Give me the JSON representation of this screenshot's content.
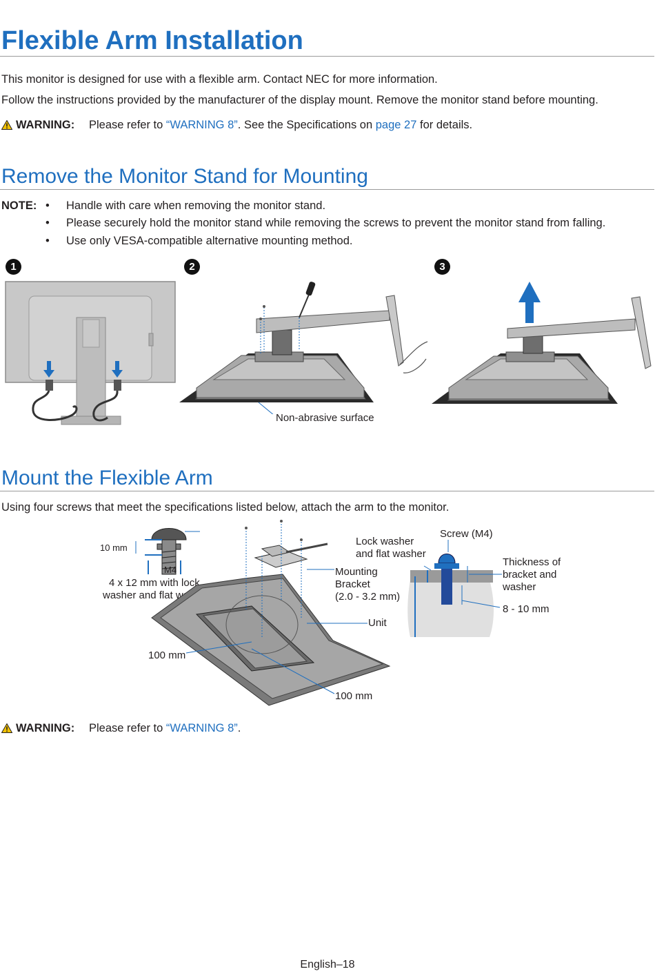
{
  "page": {
    "title": "Flexible Arm Installation",
    "intro_1": "This monitor is designed for use with a flexible arm. Contact NEC for more information.",
    "intro_2": "Follow the instructions provided by the manufacturer of the display mount. Remove the monitor stand before mounting.",
    "footer": "English–18"
  },
  "warning_1": {
    "label": "WARNING:",
    "text_a": "Please refer to ",
    "link_a": "“WARNING 8”",
    "text_b": ". See the Specifications on ",
    "link_b": "page 27",
    "text_c": " for details."
  },
  "section_remove": {
    "heading": "Remove the Monitor Stand for Mounting",
    "note_label": "NOTE:",
    "bullets": [
      "Handle with care when removing the monitor stand.",
      "Please securely hold the monitor stand while removing the screws to prevent the monitor stand from falling.",
      "Use only VESA-compatible alternative mounting method."
    ],
    "steps": [
      "1",
      "2",
      "3"
    ],
    "surface_label": "Non-abrasive surface"
  },
  "section_mount": {
    "heading": "Mount the Flexible Arm",
    "intro": "Using four screws that meet the specifications listed below, attach the arm to the monitor.",
    "labels": {
      "screw_len": "10 mm",
      "m4": "M4",
      "screw_spec_1": "4 x 12 mm with lock",
      "screw_spec_2": "washer and flat washer",
      "hole_x": "100 mm",
      "hole_y": "100 mm",
      "mounting_1": "Mounting",
      "mounting_2": "Bracket",
      "mounting_3": "(2.0 - 3.2 mm)",
      "unit": "Unit",
      "lock_1": "Lock washer",
      "lock_2": "and flat washer",
      "screw_m4": "Screw (M4)",
      "thick_1": "Thickness of",
      "thick_2": "bracket and",
      "thick_3": "washer",
      "depth": "8 - 10 mm"
    }
  },
  "warning_2": {
    "label": "WARNING:",
    "text_a": "Please refer to ",
    "link_a": "“WARNING 8”",
    "text_b": "."
  },
  "colors": {
    "heading": "#1f6fbf",
    "arrow": "#1f6fbf",
    "warning_icon": "#f2c200"
  }
}
